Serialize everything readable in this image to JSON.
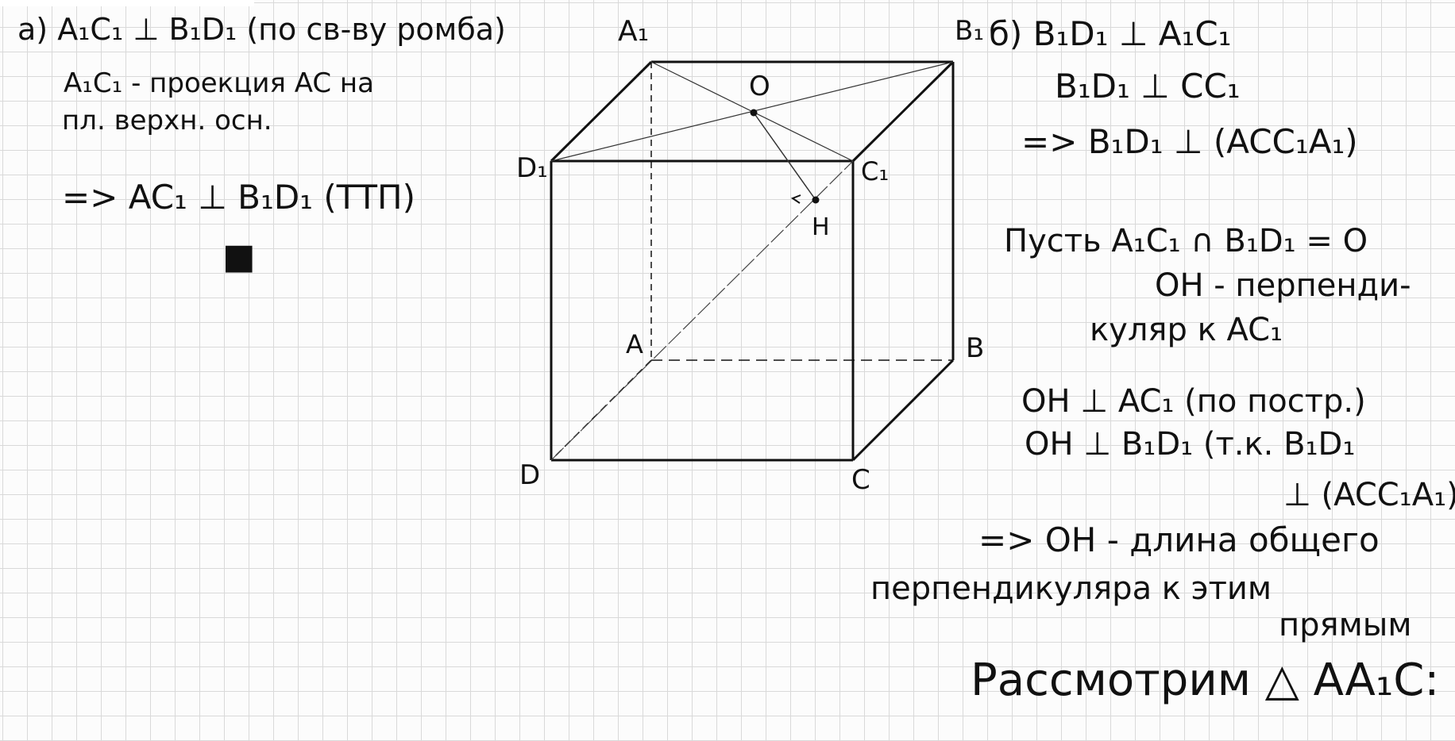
{
  "left_notes": {
    "line1": "a) A₁C₁ ⊥ B₁D₁ (по св-ву ромба)",
    "line2": "A₁C₁ - проекция AC на",
    "line3": "пл. верхн. осн.",
    "line4": "=> AC₁ ⊥ B₁D₁ (ТТП)",
    "end_mark": "■"
  },
  "cube_labels": {
    "A1": "A₁",
    "B1": "B₁",
    "C1": "C₁",
    "D1": "D₁",
    "A": "A",
    "B": "B",
    "C": "C",
    "D": "D",
    "O": "O",
    "H": "H"
  },
  "right_notes": {
    "b1": "б) B₁D₁ ⊥ A₁C₁",
    "b2": "B₁D₁ ⊥ CC₁",
    "b3": "=> B₁D₁ ⊥ (ACC₁A₁)",
    "b4": "Пусть A₁C₁ ∩ B₁D₁ = O",
    "b5": "OH - перпенди-",
    "b6": "куляр к AC₁",
    "b7": "OH ⊥ AC₁ (по постр.)",
    "b8": "OH ⊥ B₁D₁ (т.к. B₁D₁",
    "b9": "⊥ (ACC₁A₁)",
    "b10": "=> OH - длина общего",
    "b11": "перпендикуляра к этим",
    "b12": "прямым",
    "b13": "Рассмотрим △ AA₁C:"
  }
}
